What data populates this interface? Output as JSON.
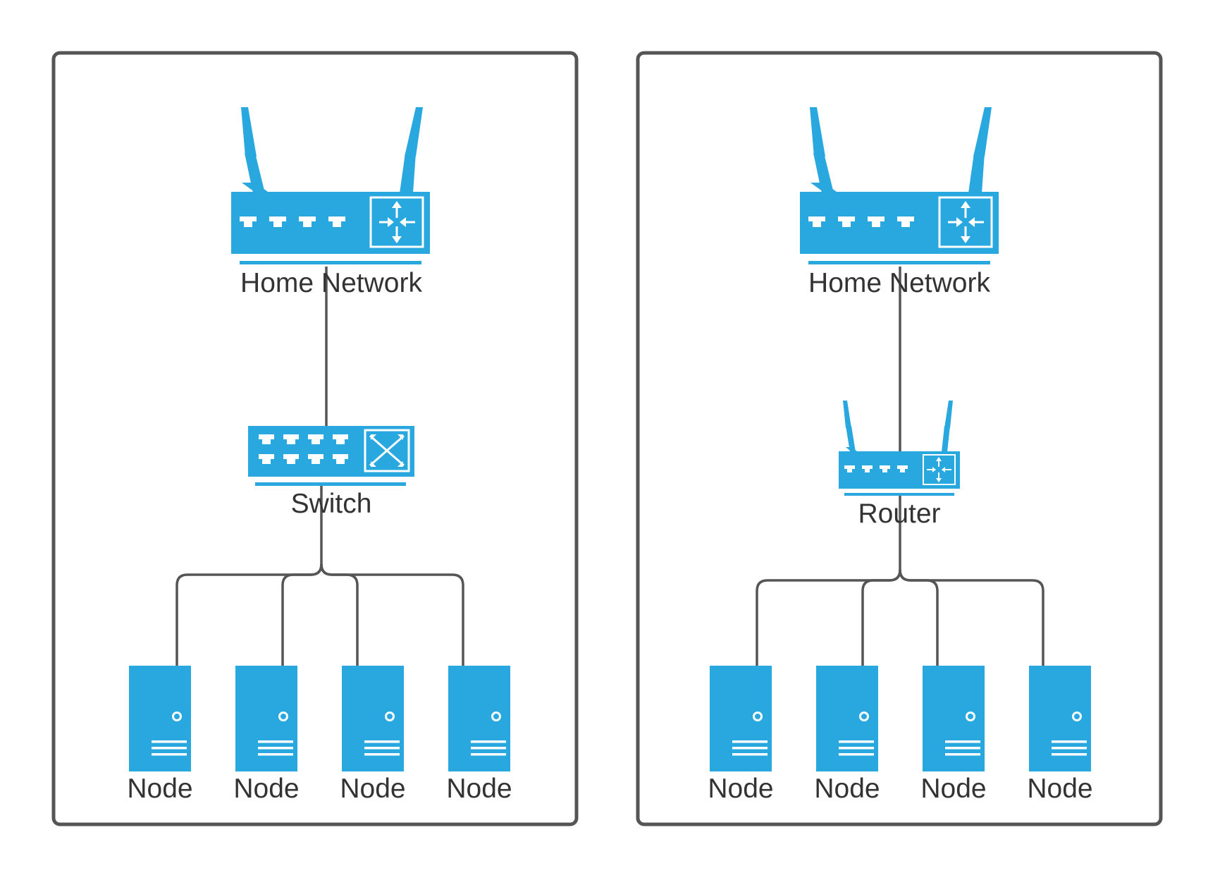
{
  "colors": {
    "device": "#29A8E0",
    "line": "#555555",
    "panel_border": "#555555",
    "text": "#333333"
  },
  "panels": [
    {
      "gateway_label": "Home Network",
      "middle_label": "Switch",
      "middle_icon": "switch-icon",
      "nodes": [
        "Node",
        "Node",
        "Node",
        "Node"
      ]
    },
    {
      "gateway_label": "Home Network",
      "middle_label": "Router",
      "middle_icon": "router-icon",
      "nodes": [
        "Node",
        "Node",
        "Node",
        "Node"
      ]
    }
  ]
}
